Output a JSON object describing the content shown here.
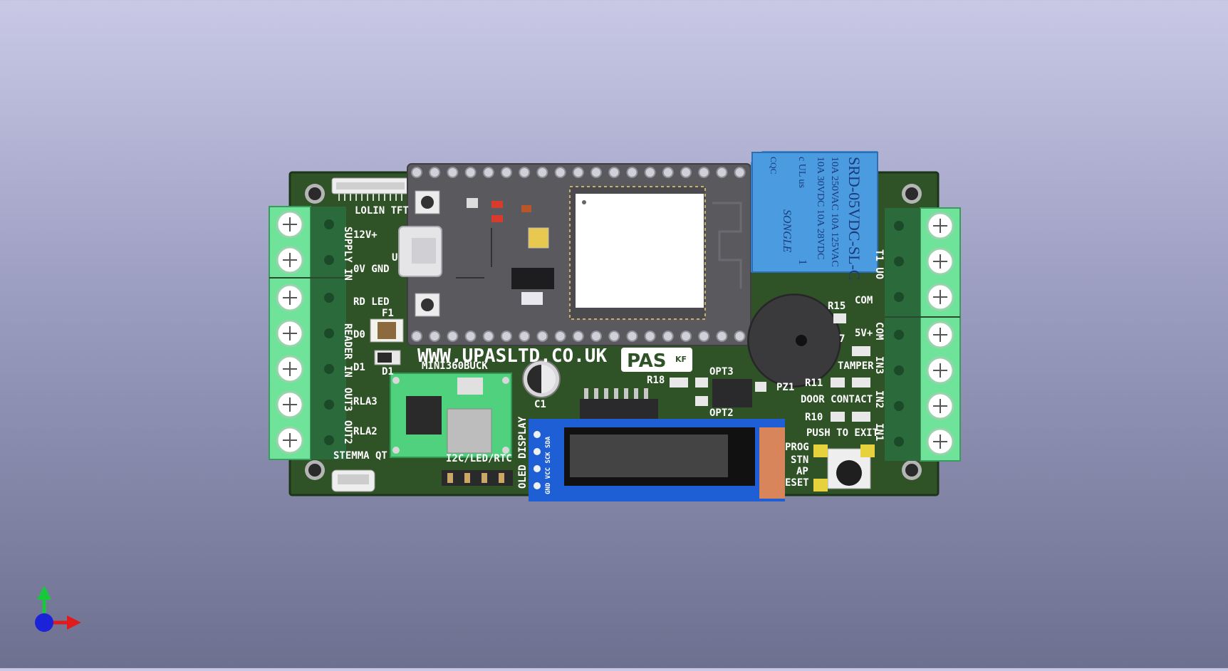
{
  "viewer": {
    "background_top": "#c9c9e6",
    "background_bottom": "#6e7090",
    "axes_icon": "xyz-axes-icon"
  },
  "pcb": {
    "board_color": "#2f5327",
    "website": "WWW.UPASLTD.CO.UK",
    "logo": "PAS",
    "logo_badge": "KF",
    "labels": {
      "lolin_tft": "LOLIN TFT",
      "v12": "12V+",
      "supply_in": "SUPPLY IN",
      "ov_gnd": "0V GND",
      "u": "U",
      "rd_led": "RD LED",
      "f1": "F1",
      "d0": "D0",
      "reader_in": "READER IN",
      "d1_pin": "D1",
      "d1": "D1",
      "out3": "OUT3",
      "rla3": "RLA3",
      "out2": "OUT2",
      "rla2": "RLA2",
      "stemma_qt": "STEMMA QT",
      "mini360buck": "MINI360BUCK",
      "i2c_led_rtc": "I2C/LED/RTC",
      "c1": "C1",
      "r18": "R18",
      "opt3": "OPT3",
      "opt2": "OPT2",
      "oled_display": "OLED DISPLAY",
      "oled_pins": "GND VCC SCK SDA",
      "pz1": "PZ1",
      "r15": "R15",
      "seven": "7",
      "com": "COM",
      "v5": "5V+",
      "com_vertical": "COM",
      "tamper": "TAMPER",
      "in3": "IN3",
      "r11": "R11",
      "door_contact": "DOOR CONTACT",
      "in2": "IN2",
      "r10": "R10",
      "push_to_exit": "PUSH TO EXIT",
      "in1": "IN1",
      "prog": "PROG",
      "stn": "STN",
      "ap": "AP",
      "reset": "ESET",
      "out1": "T1 UO"
    },
    "relay": {
      "model": "SRD-05VDC-SL-C",
      "rating1": "10A 250VAC  10A 125VAC",
      "rating2": "10A  30VDC  10A  28VDC",
      "brand": "SONGLE",
      "cqc": "CQC",
      "ul": "c UL us",
      "one": "1",
      "color": "#4a9be0"
    }
  }
}
